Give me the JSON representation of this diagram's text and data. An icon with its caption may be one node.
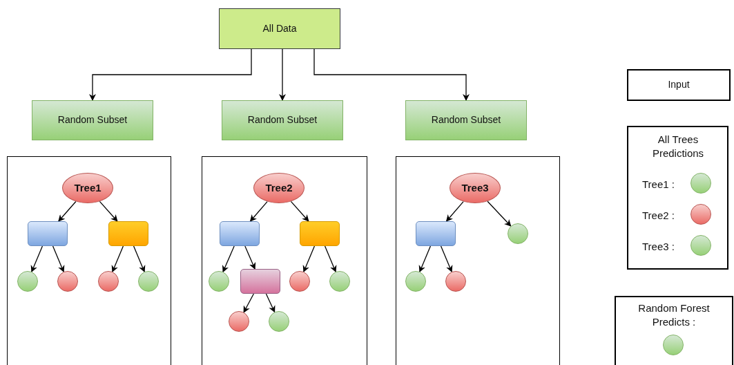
{
  "diagram": {
    "nodes": [
      {
        "text": [
          "All Data"
        ]
      },
      {
        "text": [
          "Input"
        ]
      },
      {
        "text": [
          "Random Subset"
        ]
      },
      {
        "text": [
          "Random Subset"
        ]
      },
      {
        "text": [
          "Random Subset"
        ]
      },
      {
        "text": [],
        "shape": "box"
      },
      {
        "text": [
          "Tree1"
        ],
        "in": 5
      },
      {
        "text": [],
        "shape": "box",
        "in": 5
      },
      {
        "text": [],
        "shape": "box",
        "in": 5
      },
      {
        "text": [],
        "shape": "circle",
        "in": 5
      },
      {
        "text": [],
        "shape": "circle",
        "in": 5
      },
      {
        "text": [],
        "shape": "circle",
        "in": 5
      },
      {
        "text": [],
        "shape": "circle",
        "in": 5
      },
      {
        "text": [],
        "shape": "box"
      },
      {
        "text": [
          "Tree2"
        ],
        "in": 13
      },
      {
        "text": [],
        "shape": "box",
        "in": 13
      },
      {
        "text": [],
        "shape": "box",
        "in": 13
      },
      {
        "text": [],
        "shape": "circle",
        "in": 13
      },
      {
        "text": [],
        "shape": "box",
        "in": 13
      },
      {
        "text": [],
        "shape": "circle",
        "in": 13
      },
      {
        "text": [],
        "shape": "circle",
        "in": 13
      },
      {
        "text": [],
        "shape": "circle",
        "in": 13
      },
      {
        "text": [],
        "shape": "circle",
        "in": 13
      },
      {
        "text": [],
        "shape": "box"
      },
      {
        "text": [
          "Tree3"
        ],
        "in": 23
      },
      {
        "text": [],
        "shape": "box",
        "in": 23
      },
      {
        "text": [],
        "shape": "circle",
        "in": 23
      },
      {
        "text": [],
        "shape": "circle",
        "in": 23
      },
      {
        "text": [],
        "shape": "circle",
        "in": 23
      },
      {
        "text": [
          "All Trees Predictions",
          "Tree1 :",
          "Tree2 :",
          "Tree3 :"
        ]
      },
      {
        "text": [],
        "shape": "circle",
        "in": 29
      },
      {
        "text": [],
        "shape": "circle",
        "in": 29
      },
      {
        "text": [],
        "shape": "circle",
        "in": 29
      },
      {
        "text": [
          "Random Forest Predicts :"
        ]
      },
      {
        "text": [],
        "shape": "circle",
        "in": 33
      }
    ],
    "edges": [
      {
        "from": 0,
        "to": 2,
        "arrow": "to"
      },
      {
        "from": 0,
        "to": 3,
        "arrow": "to"
      },
      {
        "from": 0,
        "to": 4,
        "arrow": "to"
      },
      {
        "from": 6,
        "to": 7,
        "arrow": "to"
      },
      {
        "from": 6,
        "to": 8,
        "arrow": "to"
      },
      {
        "from": 7,
        "to": 9,
        "arrow": "to"
      },
      {
        "from": 7,
        "to": 10,
        "arrow": "to"
      },
      {
        "from": 8,
        "to": 11,
        "arrow": "to"
      },
      {
        "from": 8,
        "to": 12,
        "arrow": "to"
      },
      {
        "from": 14,
        "to": 15,
        "arrow": "to"
      },
      {
        "from": 14,
        "to": 16,
        "arrow": "to"
      },
      {
        "from": 15,
        "to": 17,
        "arrow": "to"
      },
      {
        "from": 15,
        "to": 18,
        "arrow": "to"
      },
      {
        "from": 16,
        "to": 19,
        "arrow": "to"
      },
      {
        "from": 16,
        "to": 20,
        "arrow": "to"
      },
      {
        "from": 18,
        "to": 21,
        "arrow": "to"
      },
      {
        "from": 18,
        "to": 22,
        "arrow": "to"
      },
      {
        "from": 24,
        "to": 25,
        "arrow": "to"
      },
      {
        "from": 24,
        "to": 26,
        "arrow": "to"
      },
      {
        "from": 25,
        "to": 27,
        "arrow": "to"
      },
      {
        "from": 25,
        "to": 28,
        "arrow": "to"
      }
    ]
  }
}
